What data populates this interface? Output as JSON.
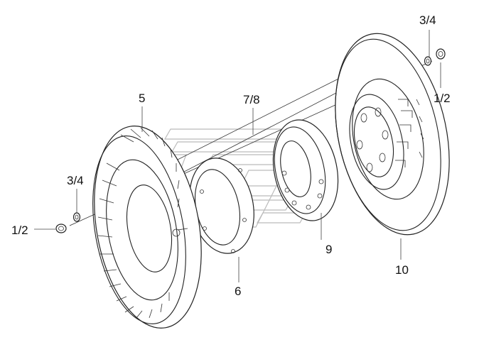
{
  "labels": {
    "l_3_4_top": "3/4",
    "l_1_2_right": "1/2",
    "l_5": "5",
    "l_7_8": "7/8",
    "l_3_4_left": "3/4",
    "l_1_2_left": "1/2",
    "l_6": "6",
    "l_9": "9",
    "l_10": "10"
  }
}
